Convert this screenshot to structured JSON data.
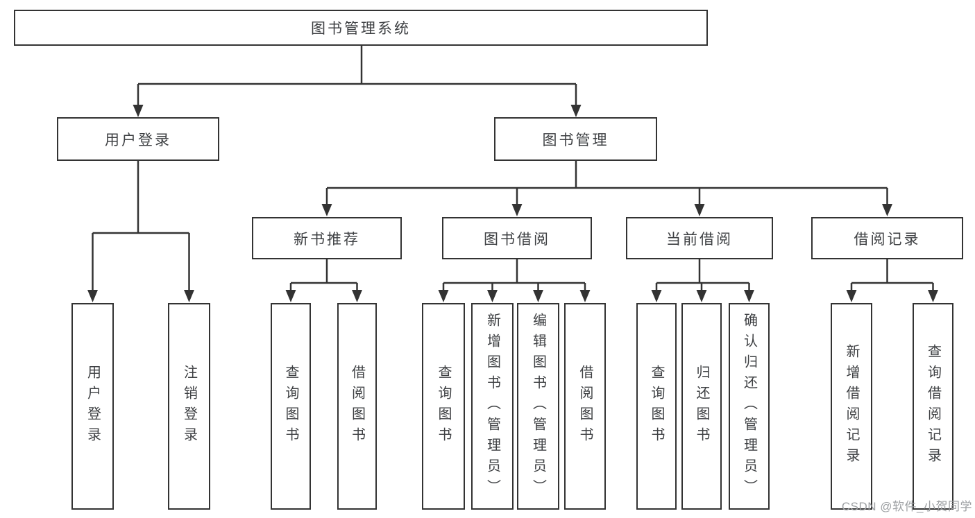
{
  "colors": {
    "line": "#333333",
    "box_border": "#333333",
    "box_fill": "#ffffff",
    "label_text": "#3e4043",
    "watermark_text": "#9da0a3",
    "background": "#ffffff"
  },
  "diagram": {
    "root": "图书管理系统",
    "level2": [
      "用户登录",
      "图书管理"
    ],
    "level3": [
      "新书推荐",
      "图书借阅",
      "当前借阅",
      "借阅记录"
    ],
    "leaves": {
      "user_login": [
        "用户登录",
        "注销登录"
      ],
      "new_books": [
        "查询图书",
        "借阅图书"
      ],
      "book_borrow": [
        "查询图书",
        "新增图书（管理员）",
        "编辑图书（管理员）",
        "借阅图书"
      ],
      "current_borrow": [
        "查询图书",
        "归还图书",
        "确认归还（管理员）"
      ],
      "borrow_records": [
        "新增借阅记录",
        "查询借阅记录"
      ]
    }
  },
  "watermark": "CSDN @软件_小贺同学"
}
